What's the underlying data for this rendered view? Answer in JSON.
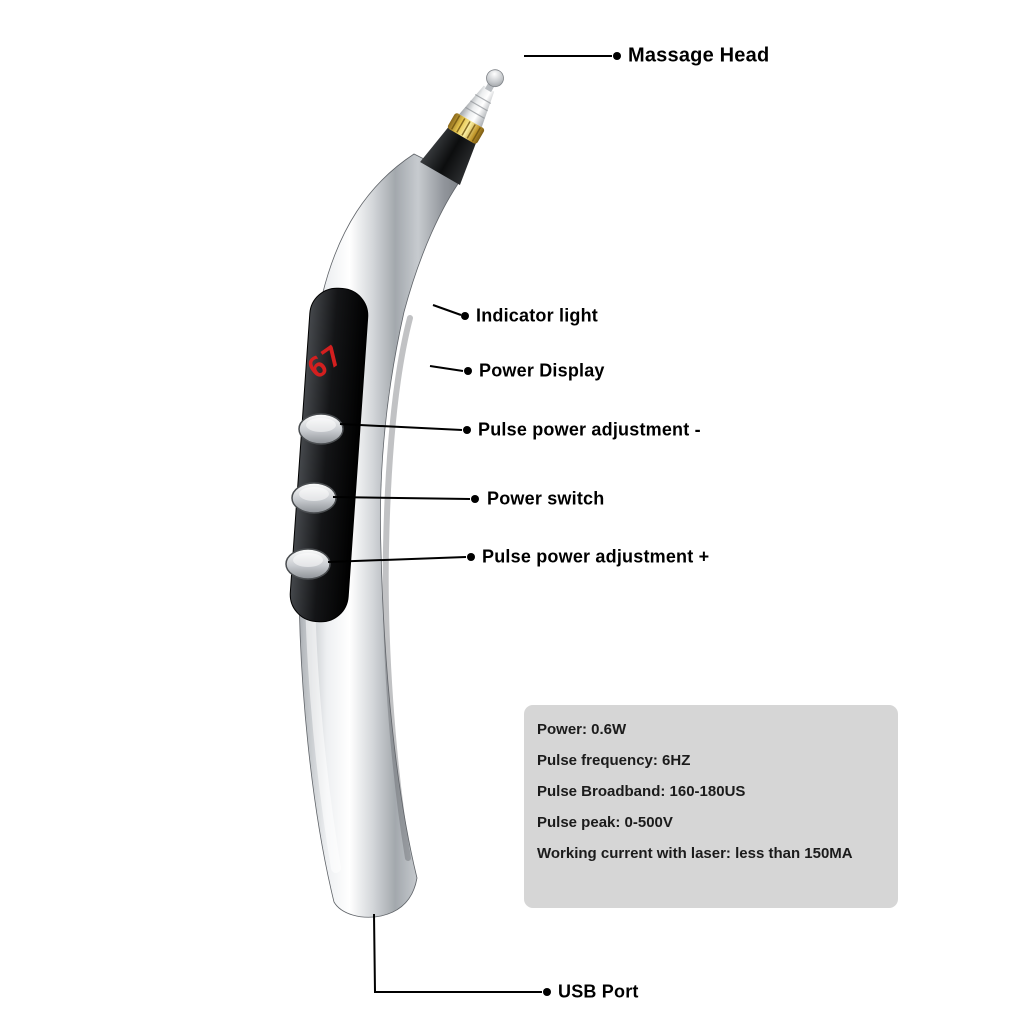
{
  "callout_labels": {
    "massage_head": "Massage Head",
    "indicator_light": "Indicator light",
    "power_display": "Power Display",
    "pulse_power_minus": "Pulse power adjustment -",
    "power_switch": "Power switch",
    "pulse_power_plus": "Pulse power adjustment +",
    "usb_port": "USB Port"
  },
  "device": {
    "power_display_value": "67"
  },
  "specs": {
    "lines": [
      "Power: 0.6W",
      "Pulse frequency: 6HZ",
      "Pulse Broadband: 160-180US",
      "Pulse peak: 0-500V",
      "Working current with laser: less than 150MA"
    ]
  },
  "colors": {
    "led_display": "#d31f1f",
    "specs_box_background": "#d6d6d6",
    "callout_line": "#000000",
    "gold_ring": "#d4a62c",
    "body_chrome_light": "#ffffff",
    "body_chrome_dark": "#6f7378"
  }
}
